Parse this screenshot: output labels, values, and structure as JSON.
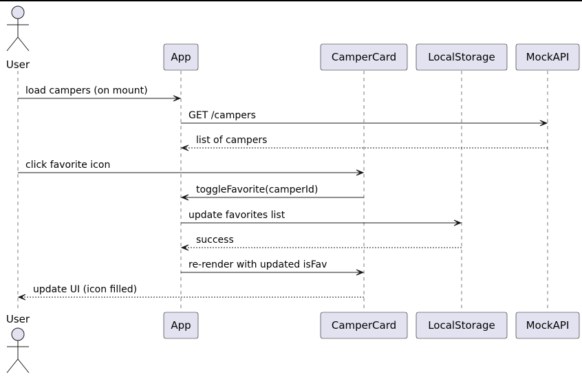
{
  "participants": [
    {
      "id": "user",
      "label": "User",
      "kind": "actor"
    },
    {
      "id": "app",
      "label": "App",
      "kind": "participant"
    },
    {
      "id": "campercard",
      "label": "CamperCard",
      "kind": "participant"
    },
    {
      "id": "localstorage",
      "label": "LocalStorage",
      "kind": "participant"
    },
    {
      "id": "mockapi",
      "label": "MockAPI",
      "kind": "participant"
    }
  ],
  "messages": [
    {
      "from": "user",
      "to": "app",
      "label": "load campers (on mount)",
      "style": "solid"
    },
    {
      "from": "app",
      "to": "mockapi",
      "label": "GET /campers",
      "style": "solid"
    },
    {
      "from": "mockapi",
      "to": "app",
      "label": "list of campers",
      "style": "dashed"
    },
    {
      "from": "user",
      "to": "campercard",
      "label": "click favorite icon",
      "style": "solid"
    },
    {
      "from": "campercard",
      "to": "app",
      "label": "toggleFavorite(camperId)",
      "style": "solid"
    },
    {
      "from": "app",
      "to": "localstorage",
      "label": "update favorites list",
      "style": "solid"
    },
    {
      "from": "localstorage",
      "to": "app",
      "label": "success",
      "style": "dashed"
    },
    {
      "from": "app",
      "to": "campercard",
      "label": "re-render with updated isFav",
      "style": "solid"
    },
    {
      "from": "campercard",
      "to": "user",
      "label": "update UI (icon filled)",
      "style": "dashed"
    }
  ]
}
